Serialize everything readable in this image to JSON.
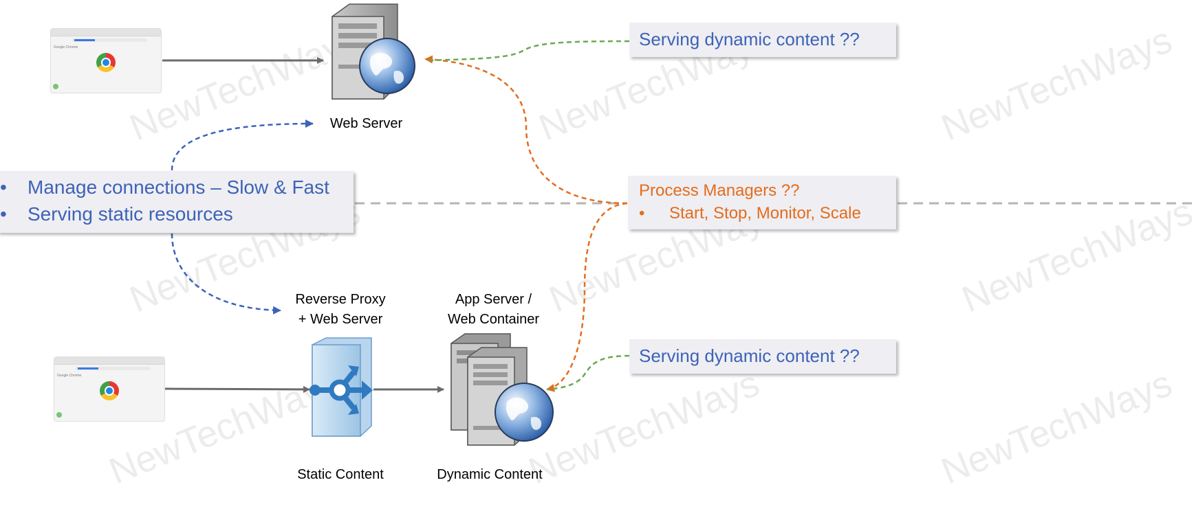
{
  "watermark_text": "NewTechWays",
  "top_browser": {
    "brand": "Google Chrome",
    "icon": "chrome-logo-icon"
  },
  "bottom_browser": {
    "brand": "Google Chrome",
    "icon": "chrome-logo-icon"
  },
  "web_server": {
    "label": "Web Server",
    "icon": "web-server-globe-icon"
  },
  "reverse_proxy": {
    "label_line1": "Reverse Proxy",
    "label_line2": "+ Web Server",
    "caption": "Static Content",
    "icon": "reverse-proxy-icon"
  },
  "app_server": {
    "label_line1": "App Server /",
    "label_line2": "Web Container",
    "caption": "Dynamic Content",
    "icon": "app-server-globe-icon"
  },
  "callout_top": {
    "text": "Serving dynamic content ??"
  },
  "callout_bottom": {
    "text": "Serving dynamic content ??"
  },
  "callout_left": {
    "items": [
      "Manage connections – Slow & Fast",
      "Serving static resources"
    ]
  },
  "callout_process": {
    "title": "Process Managers ??",
    "items": [
      "Start, Stop, Monitor, Scale"
    ]
  },
  "colors": {
    "blue": "#3c63b8",
    "orange": "#e36c1c",
    "green": "#6aa84f",
    "gray_arrow": "#6b6b6b",
    "callout_bg": "#efeef2"
  }
}
